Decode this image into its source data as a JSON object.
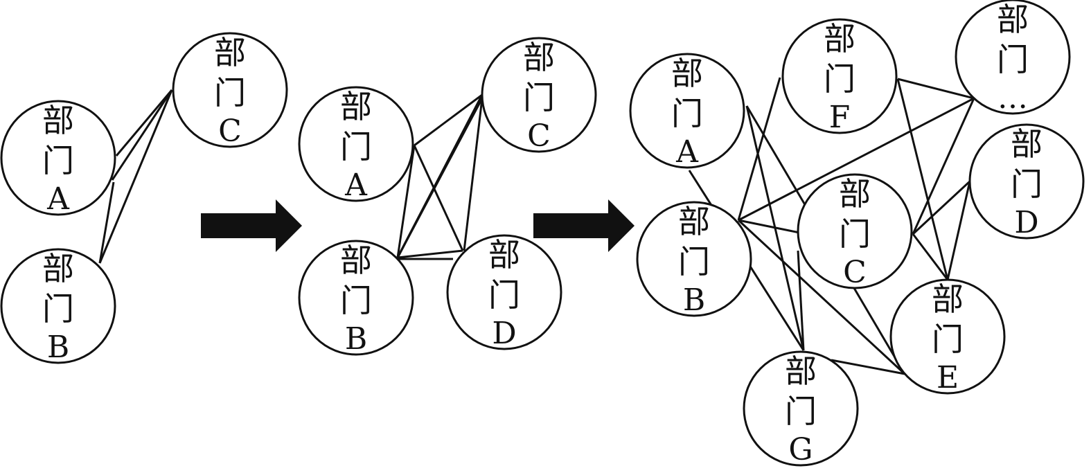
{
  "node_chars": [
    "部",
    "门"
  ],
  "colors": {
    "stroke": "#111111",
    "fill": "#ffffff"
  },
  "panels": [
    {
      "nodes": [
        {
          "id": "p1-A",
          "label": "A"
        },
        {
          "id": "p1-B",
          "label": "B"
        },
        {
          "id": "p1-C",
          "label": "C"
        }
      ]
    },
    {
      "nodes": [
        {
          "id": "p2-A",
          "label": "A"
        },
        {
          "id": "p2-B",
          "label": "B"
        },
        {
          "id": "p2-C",
          "label": "C"
        },
        {
          "id": "p2-D",
          "label": "D"
        }
      ]
    },
    {
      "nodes": [
        {
          "id": "p3-A",
          "label": "A"
        },
        {
          "id": "p3-B",
          "label": "B"
        },
        {
          "id": "p3-F",
          "label": "F"
        },
        {
          "id": "p3-dots",
          "label": "…"
        },
        {
          "id": "p3-C",
          "label": "C"
        },
        {
          "id": "p3-D",
          "label": "D"
        },
        {
          "id": "p3-E",
          "label": "E"
        },
        {
          "id": "p3-G",
          "label": "G"
        }
      ]
    }
  ],
  "arrows": [
    {
      "id": "arrow-1",
      "icon": "right-arrow-icon"
    },
    {
      "id": "arrow-2",
      "icon": "right-arrow-icon"
    }
  ]
}
